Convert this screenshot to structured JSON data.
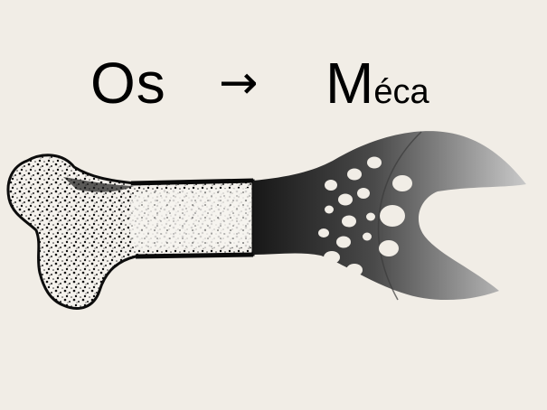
{
  "title": {
    "left_word": "Os",
    "arrow": "→",
    "right_word_initial": "M",
    "right_word_rest": "éca"
  },
  "illustration": {
    "left_object": "bone-icon",
    "right_object": "wrench-icon",
    "bone_color": "#111111",
    "wrench_gradient": [
      "#141414",
      "#c8c8c8"
    ],
    "background": "#f1ede6"
  }
}
